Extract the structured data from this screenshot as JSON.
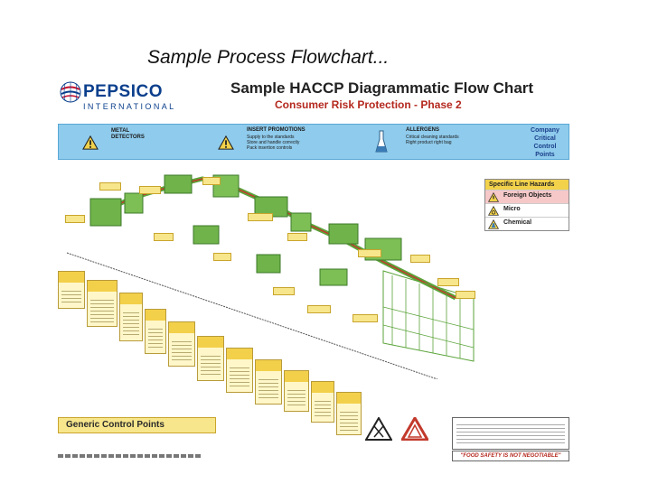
{
  "slide": {
    "title": "Sample Process Flowchart..."
  },
  "logo": {
    "name": "PEPSICO",
    "subtitle": "INTERNATIONAL"
  },
  "chart": {
    "title": "Sample HACCP Diagrammatic Flow Chart",
    "subtitle": "Consumer Risk Protection - Phase 2"
  },
  "header_band": {
    "metal": "METAL DETECTORS",
    "insert": "INSERT PROMOTIONS",
    "insert_lines": [
      "Supply to the standards",
      "Store and handle correctly",
      "Pack insertion controls"
    ],
    "allergens": "ALLERGENS",
    "allergen_lines": [
      "Critical cleaning standards",
      "Right product right bag"
    ],
    "ccp": [
      "Company",
      "Critical",
      "Control",
      "Points"
    ]
  },
  "hazards": {
    "title": "Specific Line Hazards",
    "items": [
      "Foreign Objects",
      "Micro",
      "Chemical"
    ]
  },
  "generic": {
    "title": "Generic Control Points"
  },
  "motto": "\"FOOD SAFETY IS NOT NEGOTIABLE\"",
  "colors": {
    "band": "#8fcbec",
    "tag": "#f7e68c",
    "conveyor": "#5ba43a",
    "line_red": "#c2392c",
    "warning": "#f2d24b",
    "brand": "#0b3f8c"
  }
}
